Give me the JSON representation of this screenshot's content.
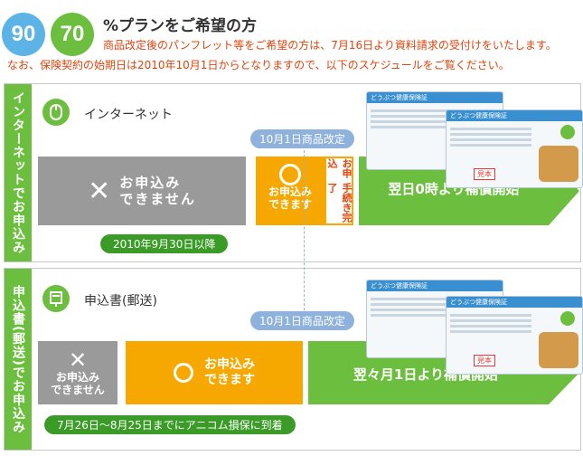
{
  "header": {
    "badge_90": "90",
    "badge_70": "70",
    "title": "%プランをご希望の方",
    "note1": "商品改定後のパンフレット等をご希望の方は、7月16日より資料請求の受付けをいたします。",
    "note2": "なお、保険契約の始期日は2010年10月1日からとなりますので、以下のスケジュールをご覧ください。"
  },
  "internet": {
    "vertical_label": "インターネットでお申込み",
    "method_label": "インターネット",
    "revision_pill": "10月1日商品改定",
    "cannot_apply_line1": "お申込み",
    "cannot_apply_line2": "できません",
    "can_apply_line1": "お申込み",
    "can_apply_line2": "できます",
    "completed_label": "手続き完了",
    "completed_label2": "お申込",
    "coverage_start": "翌日0時より補償開始",
    "deadline_pill": "2010年9月30日以降"
  },
  "mail": {
    "vertical_label": "申込書(郵送)でお申込み",
    "method_label": "申込書(郵送)",
    "revision_pill": "10月1日商品改定",
    "cannot_apply_line1": "お申込み",
    "cannot_apply_line2": "できません",
    "can_apply_line1": "お申込み",
    "can_apply_line2": "できます",
    "coverage_start": "翌々月1日より補償開始",
    "deadline_pill": "7月26日～8月25日までにアニコム損保に到着"
  },
  "card": {
    "header_text": "どうぶつ健康保険証",
    "sample_stamp": "見本"
  },
  "colors": {
    "green": "#6cbe3f",
    "dark_green": "#3a9b26",
    "orange": "#f6a800",
    "gray": "#9a9a9a",
    "blue_pill": "#8fb2dc",
    "badge_blue": "#5cb3e6",
    "note_red": "#e2440c"
  }
}
